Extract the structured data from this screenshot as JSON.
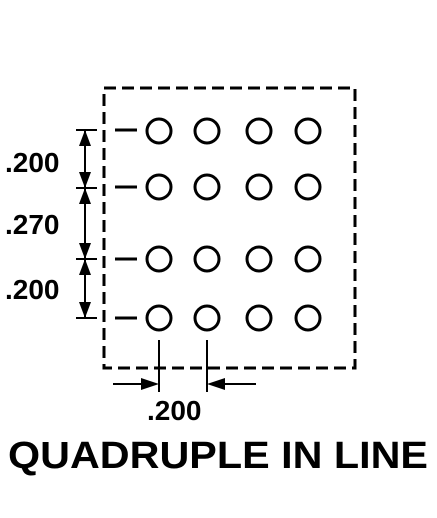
{
  "diagram": {
    "title": "QUADRUPLE IN LINE",
    "pin_grid": {
      "rows": 4,
      "columns": 4
    },
    "dimensions": {
      "row_spacing_top": ".200",
      "row_spacing_middle": ".270",
      "row_spacing_bottom": ".200",
      "column_spacing": ".200"
    },
    "colors": {
      "line": "#000000",
      "background": "#ffffff"
    }
  }
}
